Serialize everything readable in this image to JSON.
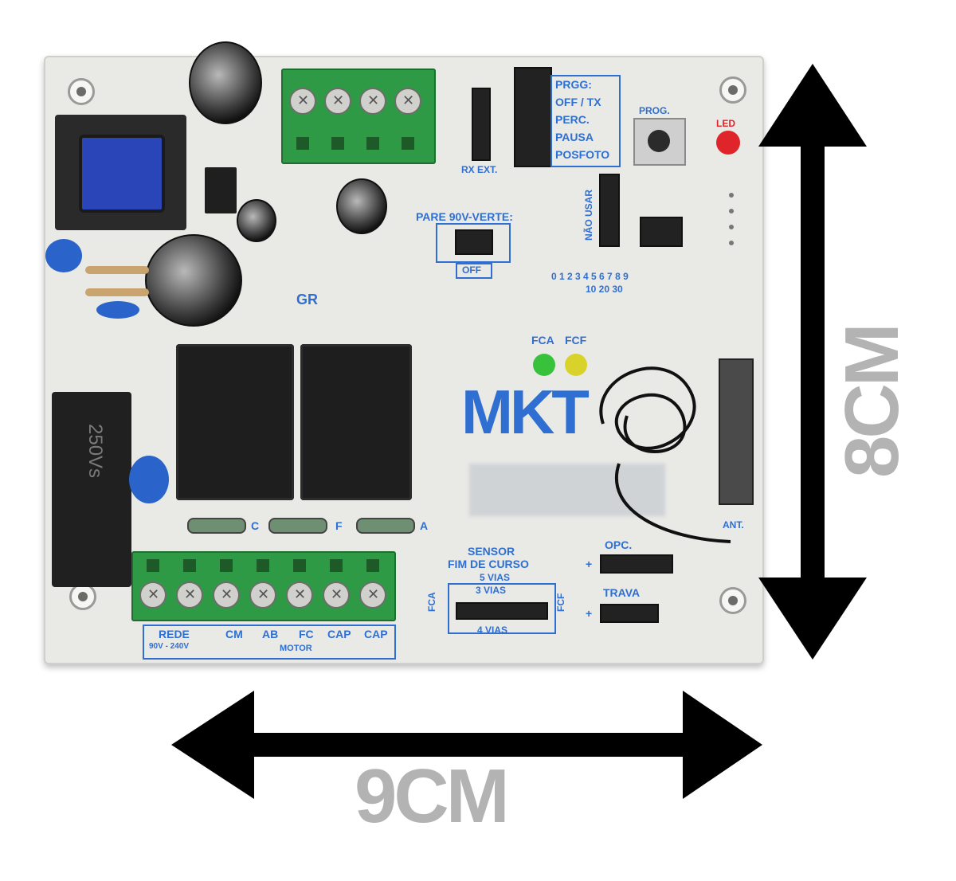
{
  "board": {
    "terminal_labels": [
      "REDE",
      "CM",
      "AB",
      "FC",
      "CAP",
      "CAP"
    ],
    "rede_voltage": "90V - 240V",
    "motor_label": "MOTOR",
    "jumper_labels": [
      "PRGG:",
      "OFF / TX",
      "PERC.",
      "PAUSA",
      "POSFOTO"
    ],
    "prog_label": "PROG.",
    "led_label": "LED",
    "rx_ext_label": "RX EXT.",
    "parede_label": "PARE 90V-VERTE:",
    "off_label": "OFF",
    "nao_usar_label": "NÃO USAR",
    "tempo_digits": "0 1 2 3 4 5 6 7 8 9",
    "tempo_tens": "10 20 30",
    "fca_led_label": "FCA",
    "fcf_led_label": "FCF",
    "brand_logo": "MKT",
    "silkscreen_mark": "GR",
    "fuse_labels": [
      "C",
      "F",
      "A"
    ],
    "sensor_title": "SENSOR",
    "sensor_subtitle": "FIM DE CURSO",
    "sensor_5vias": "5 VIAS",
    "sensor_3vias": "3 VIAS",
    "sensor_4vias": "4 VIAS",
    "fca_side": "FCA",
    "fcf_side": "FCF",
    "opcional_label": "OPC.",
    "trava_label": "TRAVA",
    "ant_label": "ANT.",
    "capacitor_marking": "250Vs"
  },
  "dimensions": {
    "height_label": "8CM",
    "width_label": "9CM"
  },
  "colors": {
    "board": "#e9e9e6",
    "silkscreen": "#2f6fd1",
    "terminal_green": "#2f9a45",
    "led_red": "#e0252a",
    "led_green": "#38c23b",
    "led_yellow": "#d8d22a",
    "dimension_text": "#b3b3b3"
  }
}
